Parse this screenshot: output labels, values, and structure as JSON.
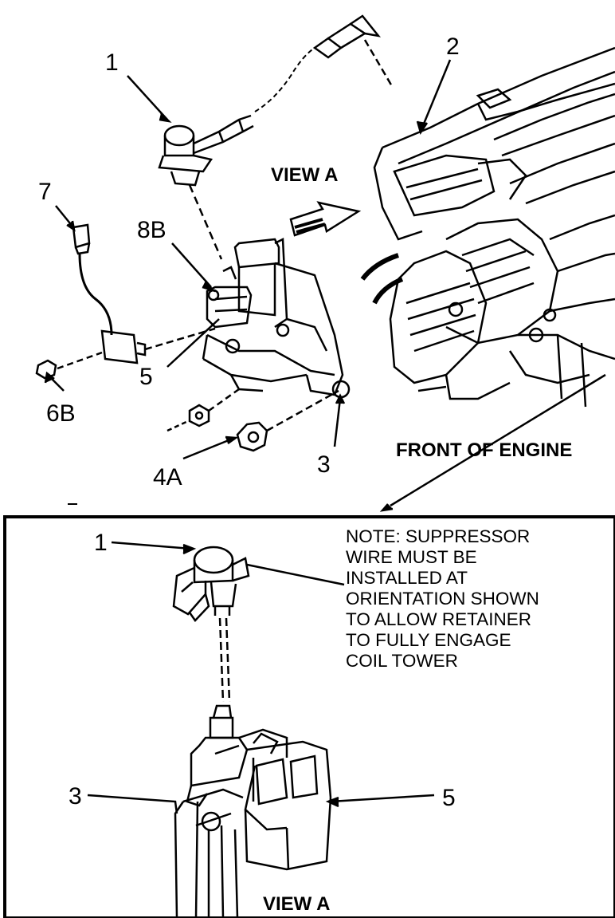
{
  "upper_view": {
    "callouts": {
      "c1": "1",
      "c2": "2",
      "c3": "3",
      "c4a": "4A",
      "c5": "5",
      "c6b": "6B",
      "c7": "7",
      "c8b": "8B"
    },
    "view_label": "VIEW A",
    "front_label": "FRONT OF ENGINE"
  },
  "detail_view": {
    "callouts": {
      "c1": "1",
      "c3": "3",
      "c5": "5"
    },
    "note_lines": [
      "NOTE: SUPPRESSOR",
      "WIRE MUST BE",
      "INSTALLED AT",
      "ORIENTATION SHOWN",
      "TO ALLOW RETAINER",
      "TO FULLY ENGAGE",
      "COIL TOWER"
    ],
    "caption": "VIEW A"
  }
}
